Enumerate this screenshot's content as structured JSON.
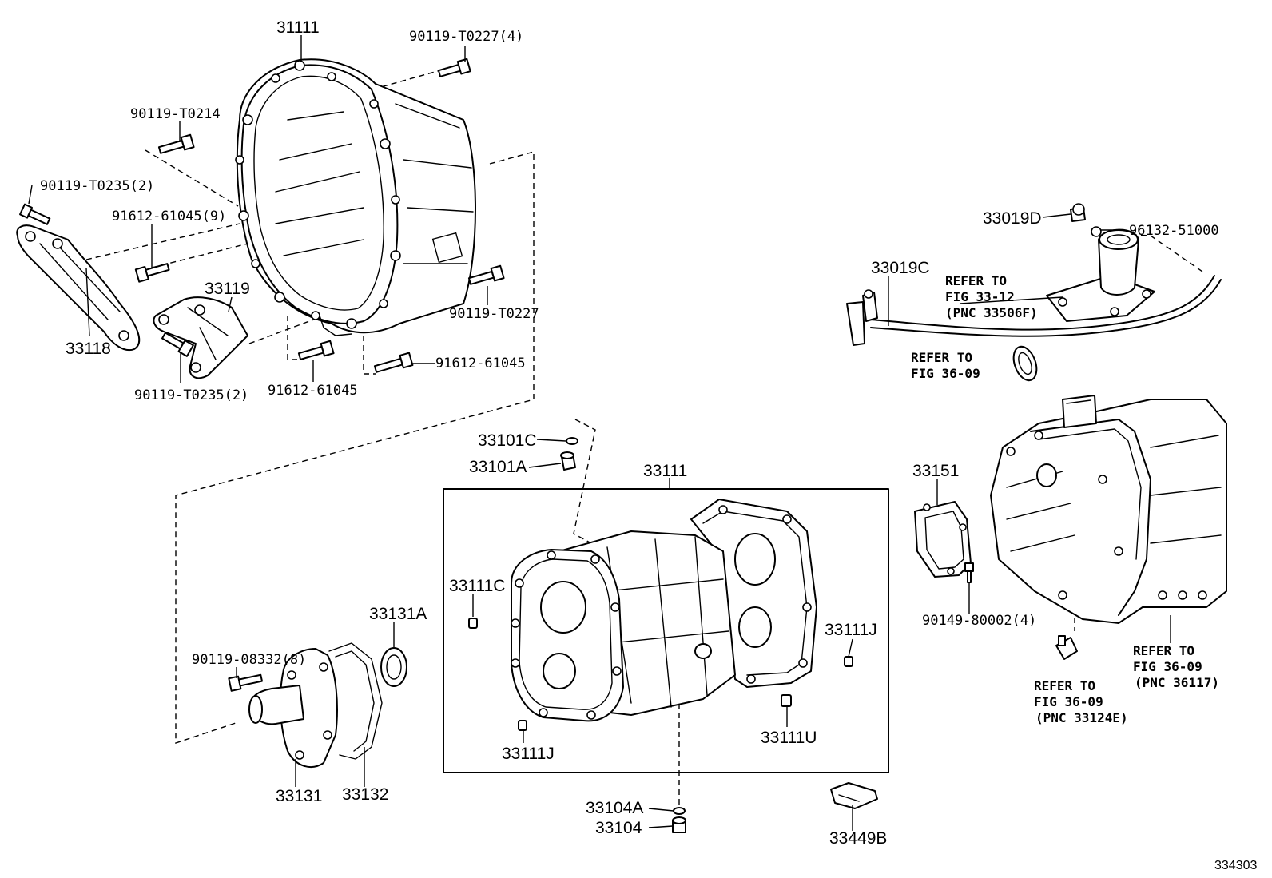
{
  "callouts": {
    "p31111_top": "31111",
    "p90119_T0227_4": "90119-T0227(4)",
    "p90119_T0214": "90119-T0214",
    "p90119_T0235_2_top": "90119-T0235(2)",
    "p91612_61045_9": "91612-61045(9)",
    "p33119": "33119",
    "p90119_T0227": "90119-T0227",
    "p33118": "33118",
    "p90119_T0235_2_bot": "90119-T0235(2)",
    "p91612_61045_a": "91612-61045",
    "p91612_61045_b": "91612-61045",
    "p33019D": "33019D",
    "p96132_51000": "96132-51000",
    "p33019C": "33019C",
    "p33101C": "33101C",
    "p33101A": "33101A",
    "p33111_mid": "33111",
    "p33151": "33151",
    "p33111C": "33111C",
    "p33131A": "33131A",
    "p33111J_right": "33111J",
    "p90149_80002_4": "90149-80002(4)",
    "p90119_08332_8": "90119-08332(8)",
    "p33111J_left": "33111J",
    "p33111U": "33111U",
    "p33131": "33131",
    "p33132": "33132",
    "p33104A": "33104A",
    "p33104": "33104",
    "p33449B": "33449B"
  },
  "refs": {
    "ref_33_12": [
      "REFER TO",
      "FIG 33-12",
      "(PNC 33506F)"
    ],
    "ref_36_09_a": [
      "REFER TO",
      "FIG 36-09"
    ],
    "ref_36_09_b": [
      "REFER TO",
      "FIG 36-09",
      "(PNC 36117)"
    ],
    "ref_36_09_c": [
      "REFER TO",
      "FIG 36-09",
      "(PNC 33124E)"
    ]
  },
  "illustration_code": "334303"
}
